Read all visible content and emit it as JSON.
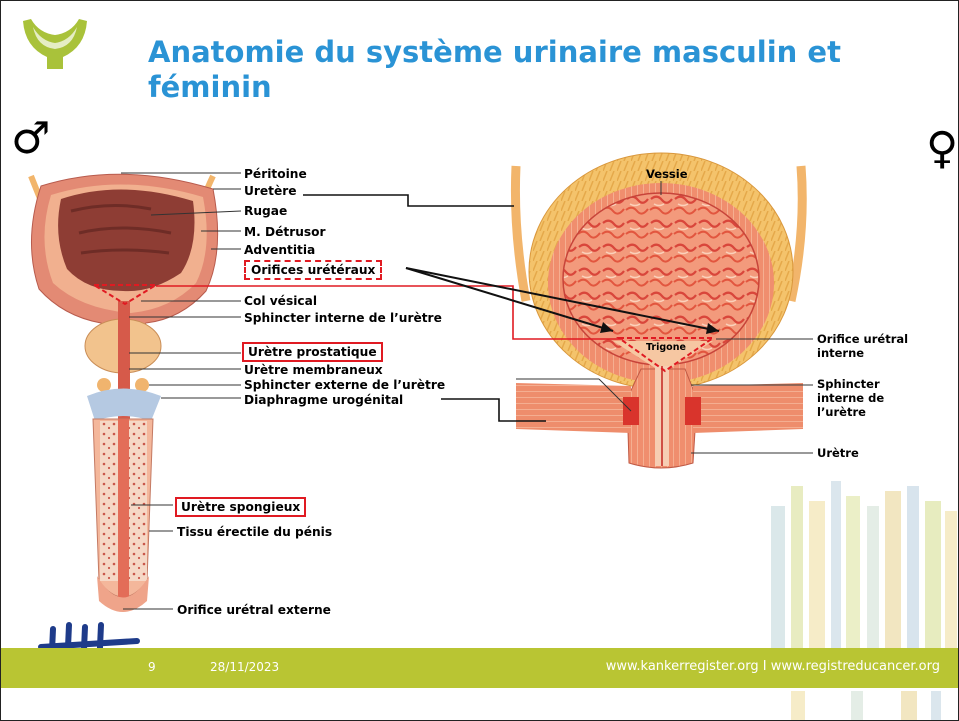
{
  "slide": {
    "title": "Anatomie du système urinaire masculin et féminin",
    "male_symbol": "♂",
    "female_symbol": "♀"
  },
  "male_labels": {
    "peritoine": "Péritoine",
    "uretere": "Uretère",
    "rugae": "Rugae",
    "detrusor": "M. Détrusor",
    "adventitia": "Adventitia",
    "orifices_ureteraux": "Orifices urétéraux",
    "col_vesical": "Col vésical",
    "sphincter_interne": "Sphincter interne de l’urètre",
    "uretre_prostatique": "Urètre prostatique",
    "uretre_membraneux": "Urètre membraneux",
    "sphincter_externe": "Sphincter externe de l’urètre",
    "diaphragme": "Diaphragme urogénital",
    "uretre_spongieux": "Urètre spongieux",
    "tissu_erectile": "Tissu érectile du pénis",
    "orifice_externe": "Orifice urétral externe"
  },
  "female_labels": {
    "vessie": "Vessie",
    "trigone": "Trigone",
    "orifice_interne": "Orifice urétral interne",
    "sphincter_interne": "Sphincter interne de l’urètre",
    "uretre": "Urètre"
  },
  "footer": {
    "page_number": "9",
    "date": "28/11/2023",
    "urls": "www.kankerregister.org  I  www.registreducancer.org"
  },
  "colors": {
    "title_blue": "#2a93d5",
    "highlight_red": "#e01a22",
    "footer_green": "#b9c533",
    "logo_green": "#a9c23a"
  }
}
